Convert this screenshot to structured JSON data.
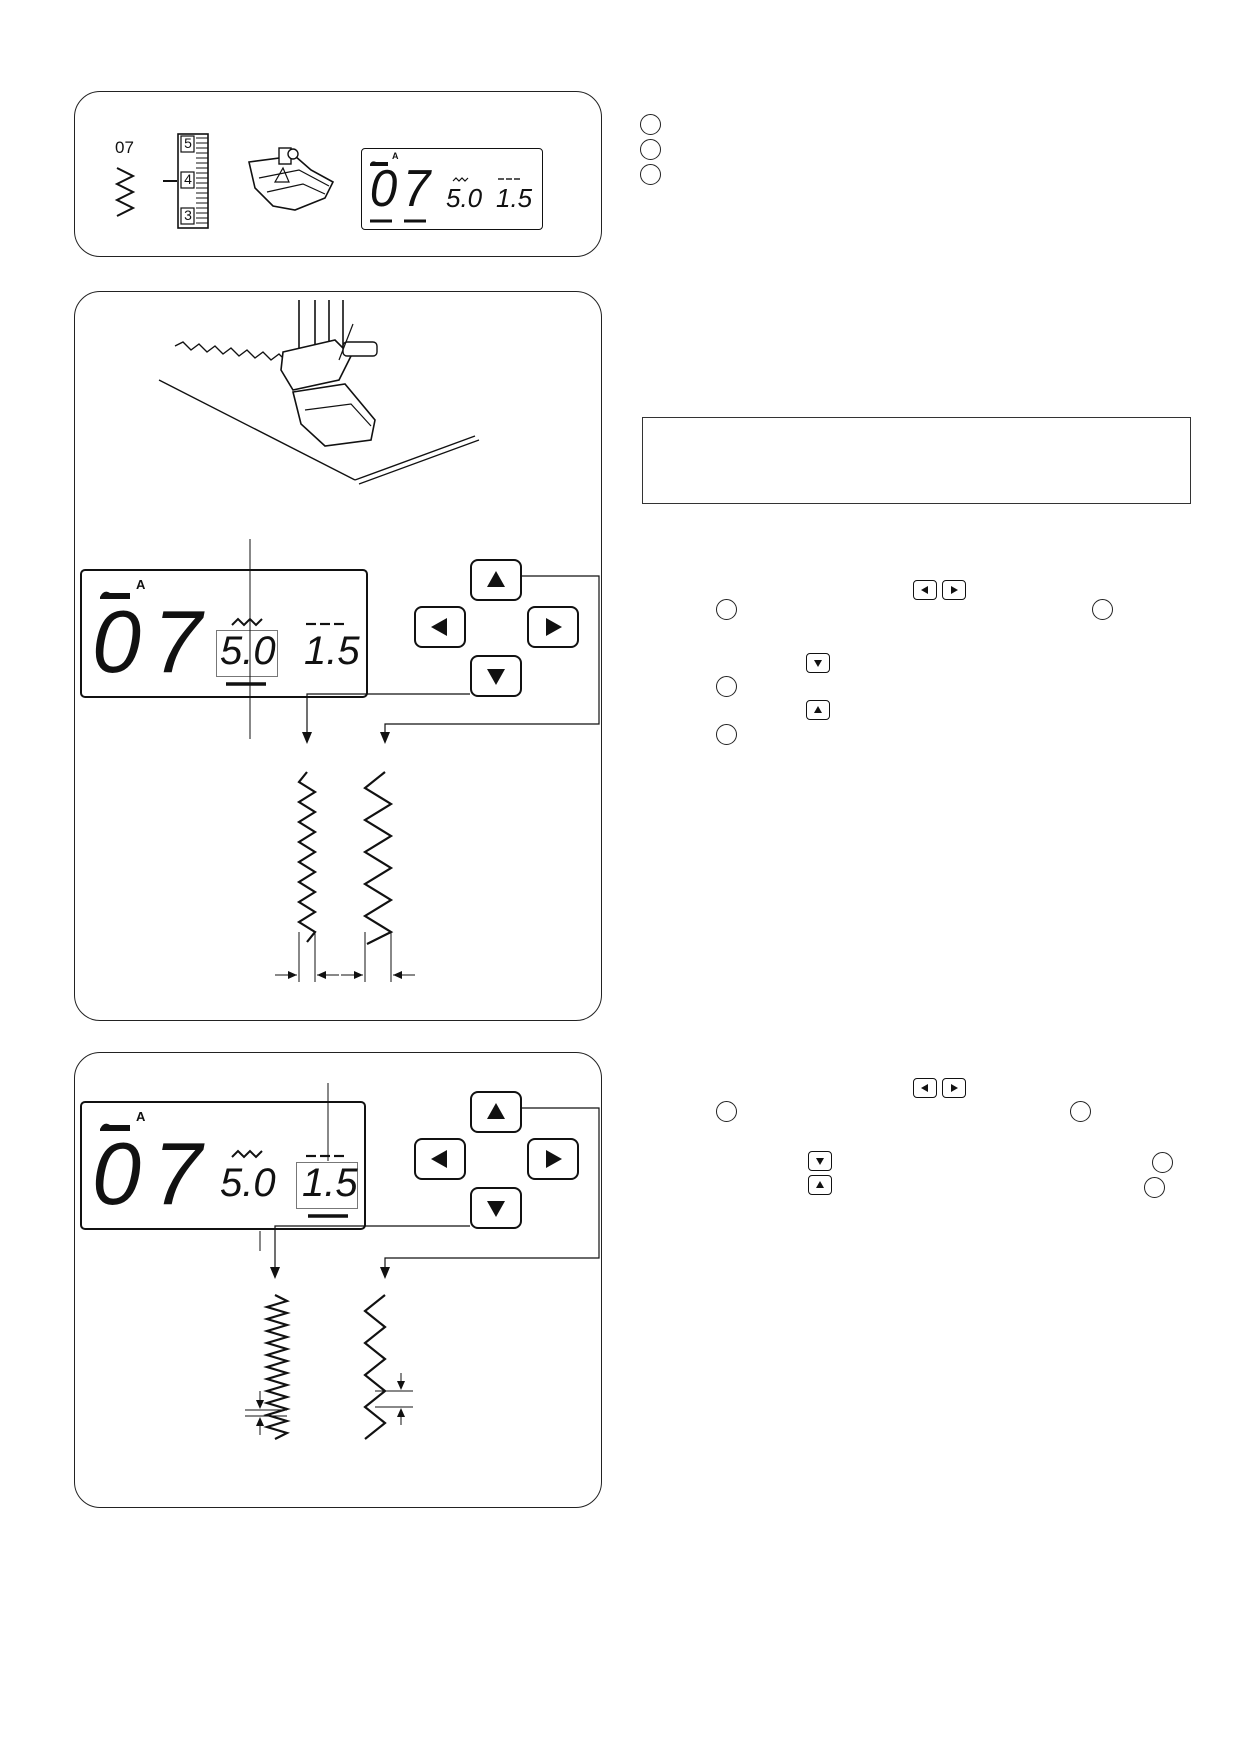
{
  "panel1": {
    "pattern_number": "07",
    "tension_scale": [
      "5",
      "4",
      "3"
    ],
    "lcd": {
      "mode": "A",
      "pattern": "07",
      "width": "5.0",
      "length": "1.5"
    }
  },
  "panel2": {
    "lcd": {
      "mode": "A",
      "pattern": "07",
      "width": "5.0",
      "length": "1.5"
    }
  },
  "panel3": {
    "lcd": {
      "mode": "A",
      "pattern": "07",
      "width": "5.0",
      "length": "1.5"
    }
  },
  "icons": [
    "zigzag-stitch-icon",
    "presser-foot-icon",
    "arrow-up-icon",
    "arrow-down-icon",
    "arrow-left-icon",
    "arrow-right-icon"
  ]
}
